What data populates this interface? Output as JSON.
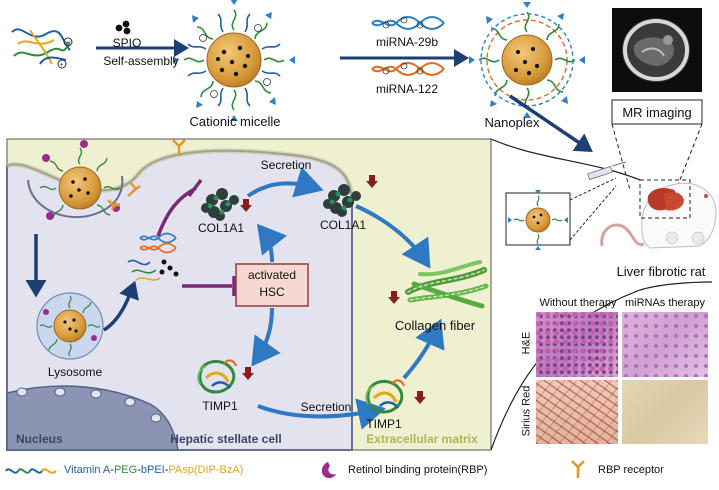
{
  "top": {
    "spio": "SPIO",
    "self_assembly": "Self-assembly",
    "cationic_micelle": "Cationic micelle",
    "mirna_29b": "miRNA-29b",
    "mirna_122": "miRNA-122",
    "nanoplex": "Nanoplex",
    "mr_imaging": "MR imaging"
  },
  "cell": {
    "lysosome": "Lysosome",
    "nucleus": "Nucleus",
    "hepatic_stellate_cell": "Hepatic stellate cell",
    "extracellular_matrix": "Extracellular matrix",
    "secretion_top": "Secretion",
    "secretion_bottom": "Secretion",
    "col1a1_inner": "COL1A1",
    "col1a1_outer": "COL1A1",
    "activated_hsc": "activated\nHSC",
    "timp1_inner": "TIMP1",
    "timp1_outer": "TIMP1",
    "collagen_fiber": "Collagen fiber"
  },
  "right": {
    "liver_fibrotic_rat": "Liver fibrotic rat",
    "without_therapy": "Without therapy",
    "mirnas_therapy": "miRNAs therapy",
    "he": "H&E",
    "sirius_red": "Sirius Red"
  },
  "legend": {
    "vitamin_a": "Vitamin A",
    "dash1": "-",
    "peg": "PEG",
    "dash2": "-",
    "bpei": "bPEI",
    "dash3": "-",
    "pasp": "PAsp(DIP-BzA)",
    "rbp": "Retinol binding protein(RBP)",
    "rbp_receptor": "RBP receptor"
  },
  "colors": {
    "vitamin_a": "#1f5fa8",
    "peg": "#2e8b3d",
    "bpei": "#1f5fa8",
    "pasp": "#e6a719",
    "arrow_blue": "#2f78c4",
    "arrow_navy": "#1d3f73",
    "inhibit": "#7a2a73",
    "down_arrow": "#8b1c1c",
    "ecm_bg": "#eef0cf",
    "cell_bg": "#e2e3ef",
    "nucleus_bg": "#8b94b3"
  }
}
